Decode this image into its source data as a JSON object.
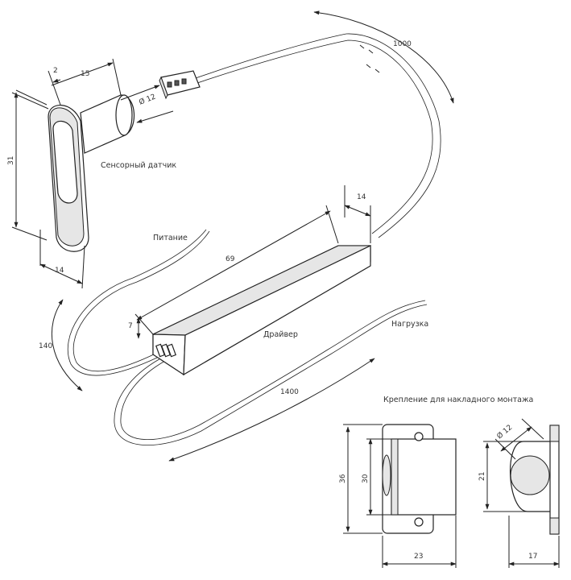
{
  "labels": {
    "sensor": "Сенсорный датчик",
    "power": "Питание",
    "driver": "Драйвер",
    "load": "Нагрузка",
    "mounting": "Крепление для накладного монтажа"
  },
  "dimensions": {
    "cable_top": "1000",
    "sensor_depth": "15",
    "sensor_plate": "2",
    "sensor_diameter": "Ø 12",
    "sensor_height": "31",
    "sensor_width": "14",
    "driver_length": "69",
    "driver_width": "14",
    "driver_height": "7",
    "cable_left": "140",
    "cable_bottom": "1400",
    "mount_height_outer": "36",
    "mount_height_inner": "30",
    "mount_width": "23",
    "side_height": "21",
    "side_diameter": "Ø 12",
    "side_width": "17"
  }
}
